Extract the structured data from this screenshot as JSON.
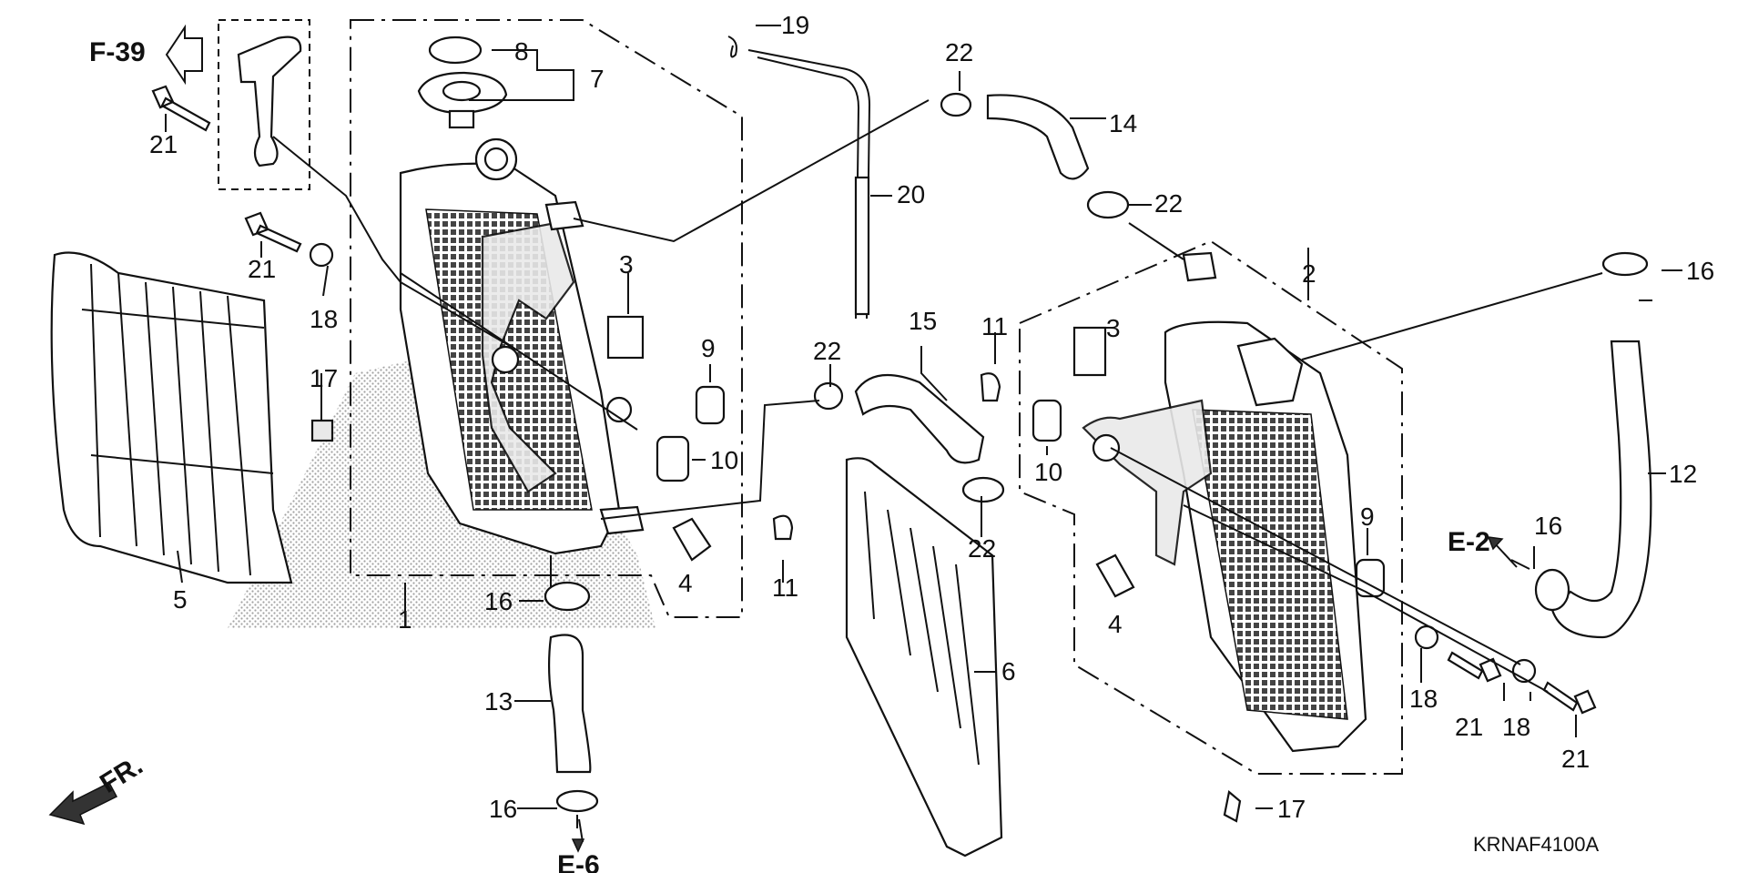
{
  "diagram": {
    "drawing_code": "KRNAF4100A",
    "refs": {
      "f39": "F-39",
      "e2": "E-2",
      "e6": "E-6",
      "front": "FR."
    },
    "labels": {
      "l1": "1",
      "l2": "2",
      "l3a": "3",
      "l3b": "3",
      "l4a": "4",
      "l4b": "4",
      "l5": "5",
      "l6": "6",
      "l7": "7",
      "l8": "8",
      "l9a": "9",
      "l9b": "9",
      "l10a": "10",
      "l10b": "10",
      "l11a": "11",
      "l11b": "11",
      "l12": "12",
      "l13": "13",
      "l14": "14",
      "l15": "15",
      "l16a": "16",
      "l16b": "16",
      "l16c": "16",
      "l16d": "16",
      "l17a": "17",
      "l17b": "17",
      "l18a": "18",
      "l18b": "18",
      "l18c": "18",
      "l19": "19",
      "l20": "20",
      "l21a": "21",
      "l21b": "21",
      "l21c": "21",
      "l21d": "21",
      "l22a": "22",
      "l22b": "22",
      "l22c": "22",
      "l22d": "22"
    }
  }
}
